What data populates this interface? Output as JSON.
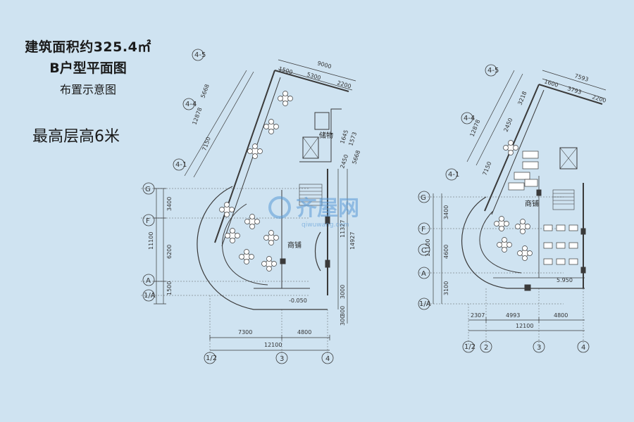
{
  "header": {
    "area_title": "建筑面积约325.4㎡",
    "unit_title": "B户型平面图",
    "subtitle": "布置示意图",
    "height_note": "最高层高6米"
  },
  "left_plan": {
    "room_shop": "商铺",
    "room_storage": "储物",
    "elevation": "-0.050",
    "top_dims": [
      "9000",
      "1500",
      "5300",
      "2200"
    ],
    "diag_left_dims": [
      "5668",
      "12878",
      "7150"
    ],
    "diag_right_dims": [
      "1645",
      "1573",
      "2450",
      "5668"
    ],
    "left_dims": [
      "3400",
      "11100",
      "6200",
      "1500"
    ],
    "right_dims": [
      "11327",
      "14927",
      "3000",
      "300",
      "300"
    ],
    "bottom_dims": [
      "7300",
      "4800",
      "12100"
    ],
    "axis_rows": [
      "G",
      "F",
      "A",
      "1/A"
    ],
    "axis_cols": [
      "1/2",
      "3",
      "4"
    ],
    "axis_diag": [
      "4-5",
      "4-4",
      "4-1"
    ]
  },
  "right_plan": {
    "room_shop": "商铺",
    "elevation": "5.950",
    "top_dims": [
      "7593",
      "1600",
      "3793",
      "2200"
    ],
    "diag_left_dims": [
      "3218",
      "2450",
      "12878",
      "7150"
    ],
    "left_dims": [
      "3400",
      "11100",
      "4600",
      "3100"
    ],
    "bottom_dims": [
      "2307",
      "4993",
      "4800",
      "12100"
    ],
    "axis_rows": [
      "G",
      "F",
      "C",
      "A",
      "1/A"
    ],
    "axis_cols": [
      "1/2",
      "2",
      "3",
      "4"
    ],
    "axis_diag": [
      "4-5",
      "4-4",
      "4-1"
    ]
  },
  "watermark": {
    "text": "齐屋网",
    "url": "qiwuwang.com"
  },
  "colors": {
    "background": "#cfe3f1",
    "line": "#3a3a3a"
  }
}
